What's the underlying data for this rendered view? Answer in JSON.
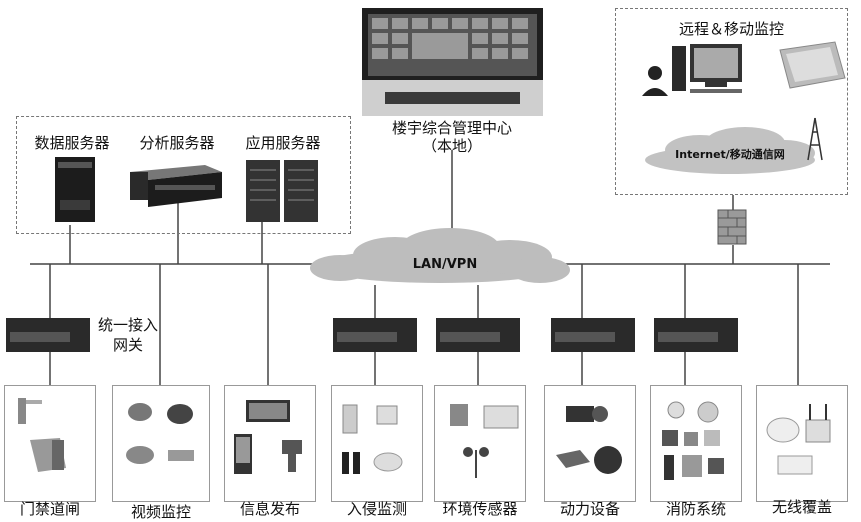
{
  "local_center": {
    "title": "楼宇综合管理中心",
    "subtitle": "（本地）"
  },
  "remote": {
    "title": "远程＆移动监控",
    "network_label": "Internet/移动通信网"
  },
  "servers": {
    "data": "数据服务器",
    "analysis": "分析服务器",
    "app": "应用服务器"
  },
  "network": {
    "lan_label": "LAN/VPN"
  },
  "gateway": {
    "label_line1": "统一接入",
    "label_line2": "网关"
  },
  "subsystems": [
    {
      "name": "门禁道闸"
    },
    {
      "name": "视频监控"
    },
    {
      "name": "信息发布"
    },
    {
      "name": "入侵监测"
    },
    {
      "name": "环境传感器"
    },
    {
      "name": "动力设备"
    },
    {
      "name": "消防系统"
    },
    {
      "name": "无线覆盖"
    }
  ],
  "colors": {
    "line": "#444444",
    "cloud": "#bdbdbd",
    "device": "#2a2a2a",
    "box_border": "#777777"
  }
}
